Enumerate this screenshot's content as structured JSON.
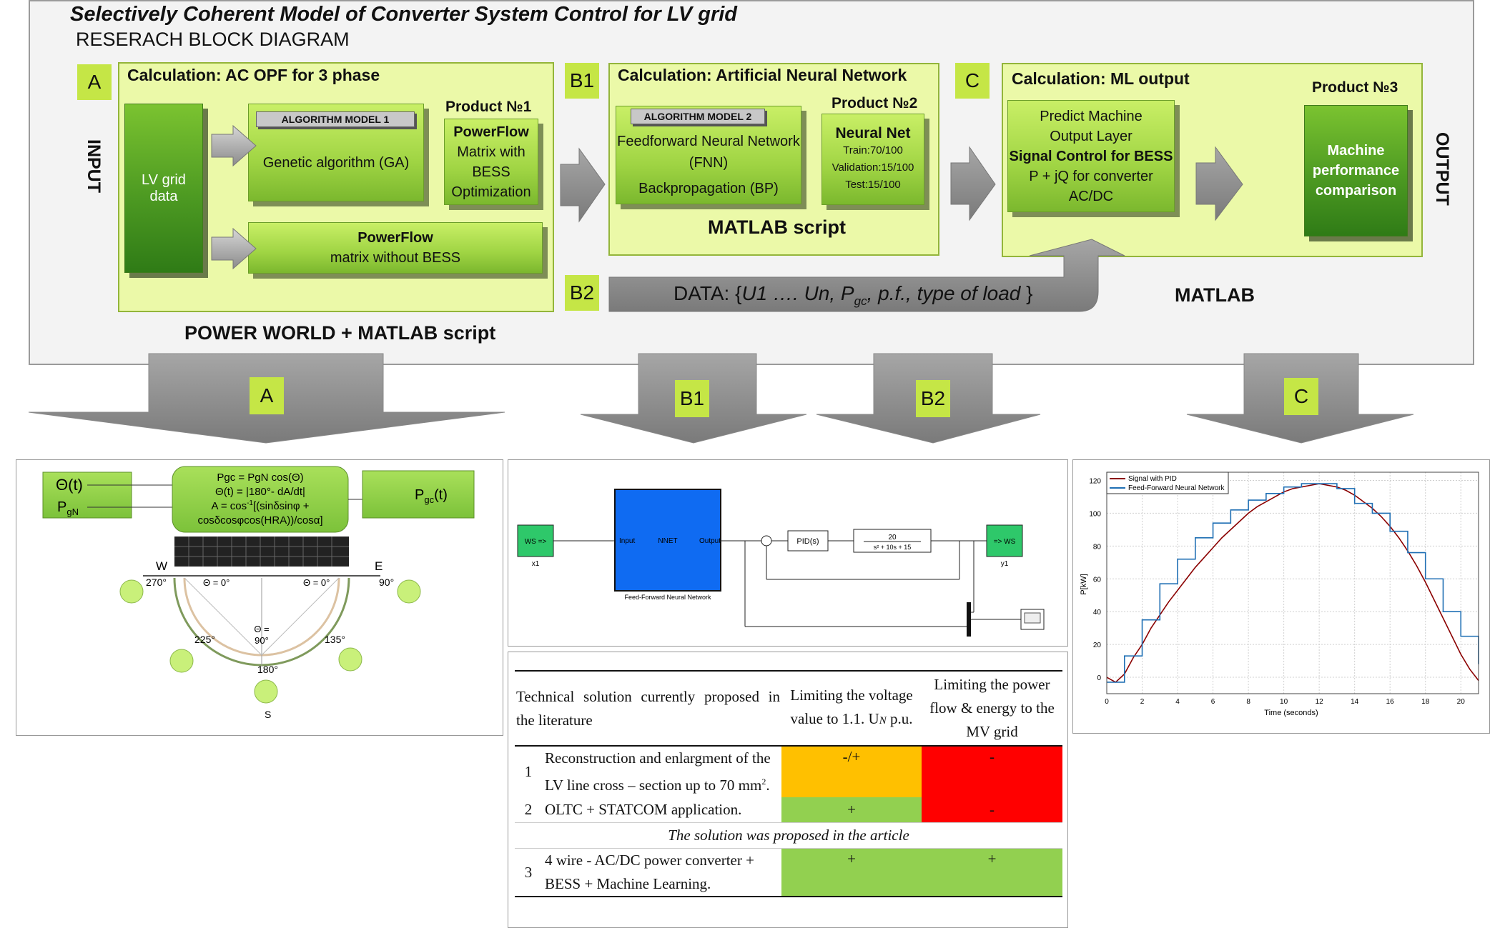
{
  "diagram": {
    "title": "Selectively Coherent Model of Converter System Control for LV grid",
    "subtitle": "RESERACH BLOCK DIAGRAM",
    "input_label": "INPUT",
    "output_label": "OUTPUT",
    "matlab_label": "MATLAB",
    "powerworld_label": "POWER WORLD + MATLAB script",
    "panel_a": {
      "letter": "A",
      "title": "Calculation: AC OPF for 3 phase",
      "grid_data": "LV grid data",
      "algo_tag": "ALGORITHM MODEL 1",
      "ga": "Genetic algorithm (GA)",
      "product_title": "Product  №1",
      "product_bold": "PowerFlow",
      "product_rest": "Matrix with BESS Optimization",
      "pf_bold": "PowerFlow",
      "pf_rest": "matrix without BESS"
    },
    "panel_b1": {
      "letter": "B1",
      "title": "Calculation: Artificial Neural Network",
      "algo_tag": "ALGORITHM MODEL 2",
      "fnn": "Feedforward Neural Network (FNN)",
      "bp": "Backpropagation (BP)",
      "product_title": "Product  №2",
      "nn_title": "Neural Net",
      "train": "Train:70/100",
      "validation": "Validation:15/100",
      "test": "Test:15/100",
      "script": "MATLAB script"
    },
    "panel_b2": {
      "letter": "B2",
      "data_prefix": "DATA: {",
      "data_mid": "U1 …. Un, P",
      "data_sub": "gc",
      "data_suffix": ", p.f., type of load",
      "data_close": " }"
    },
    "panel_c": {
      "letter": "C",
      "title": "Calculation: ML output",
      "l1": "Predict Machine",
      "l2": "Output Layer",
      "l3": "Signal Control for BESS",
      "l4": "P + jQ for converter",
      "l5": "AC/DC",
      "product_title": "Product  №3",
      "machine": "Machine performance comparison"
    },
    "arrows": [
      "A",
      "B1",
      "B2",
      "C"
    ]
  },
  "solar": {
    "theta": "Θ(t)",
    "pgn": "P",
    "pgn_sub": "gN",
    "eq1": "Pgc = PgN cos(Θ)",
    "eq2": "Θ(t) = |180°- dA/dt|",
    "eq3a": "A = cos",
    "eq3b": "-1",
    "eq3c": "[(sinδsinφ +",
    "eq4": "cosδcosφcos(HRA))/cosα]",
    "pgc": "P",
    "pgc_sub": "gc",
    "pgc_t": "(t)",
    "w": "W",
    "e": "E",
    "s": "S",
    "a270": "270°",
    "a90": "90°",
    "a225": "225°",
    "a135": "135°",
    "a180": "180°",
    "t0l": "Θ = 0°",
    "t0r": "Θ = 0°",
    "t90a": "Θ =",
    "t90b": "90°"
  },
  "simulink": {
    "ws_in": "WS =>",
    "x1": "x1",
    "input": "Input",
    "nnet": "NNET",
    "output": "Output",
    "nn_caption": "Feed-Forward Neural Network",
    "pid": "PID(s)",
    "tf_num": "20",
    "tf_den": "s² + 10s + 15",
    "ws_out": "=> WS",
    "y1": "y1"
  },
  "table": {
    "header": [
      "Technical  solution  currently  proposed in the literature",
      "Limiting the voltage value to 1.1. U",
      "Limiting the power flow & energy to the MV grid"
    ],
    "header_un": "N",
    "header_pu": " p.u.",
    "rows": [
      {
        "n": "1",
        "text": "Reconstruction and enlargment of the LV line cross – section up to 70 mm",
        "sup": "2",
        "tail": ".",
        "v": "-/+",
        "p": "-",
        "vc": "#ffc000",
        "pc": "#ff0000"
      },
      {
        "n": "2",
        "text": "OLTC + STATCOM application.",
        "sup": "",
        "tail": "",
        "v": "+",
        "p": "-",
        "vc": "#92d050",
        "pc": "#ff0000"
      },
      {
        "n": "3",
        "text": "4 wire - AC/DC power converter + BESS + Machine Learning.",
        "sup": "",
        "tail": "",
        "v": "+",
        "p": "+",
        "vc": "#92d050",
        "pc": "#92d050"
      }
    ],
    "proposed": "The solution was proposed in the article"
  },
  "chart_data": {
    "type": "line",
    "title": "",
    "xlabel": "Time (seconds)",
    "ylabel": "P[kW]",
    "xlim": [
      0,
      21
    ],
    "ylim": [
      -10,
      125
    ],
    "xticks": [
      0,
      2,
      4,
      6,
      8,
      10,
      12,
      14,
      16,
      18,
      20
    ],
    "yticks": [
      0,
      20,
      40,
      60,
      80,
      100,
      120
    ],
    "grid": true,
    "legend": "top-left",
    "series": [
      {
        "name": "Signal with PID",
        "color": "#8b0000",
        "style": "smooth",
        "x": [
          0,
          0.5,
          1,
          1.5,
          2,
          2.5,
          3,
          3.5,
          4,
          4.5,
          5,
          5.5,
          6,
          6.5,
          7,
          7.5,
          8,
          8.5,
          9,
          9.5,
          10,
          10.5,
          11,
          11.5,
          12,
          12.5,
          13,
          13.5,
          14,
          14.5,
          15,
          15.5,
          16,
          16.5,
          17,
          17.5,
          18,
          18.5,
          19,
          19.5,
          20,
          20.5,
          21
        ],
        "y": [
          0,
          -3,
          2,
          12,
          20,
          30,
          38,
          46,
          53,
          60,
          67,
          73,
          79,
          85,
          90,
          95,
          100,
          104,
          107,
          110,
          113,
          115,
          116,
          117,
          118,
          117,
          116,
          114,
          111,
          107,
          103,
          98,
          92,
          85,
          77,
          68,
          58,
          47,
          36,
          25,
          14,
          5,
          -2
        ]
      },
      {
        "name": "Feed-Forward Neural Network",
        "color": "#1f6fb4",
        "style": "step",
        "x": [
          0,
          1,
          2,
          3,
          4,
          5,
          6,
          7,
          8,
          9,
          10,
          11,
          12,
          13,
          14,
          15,
          16,
          17,
          18,
          19,
          20,
          21
        ],
        "y": [
          -3,
          13,
          35,
          57,
          72,
          85,
          94,
          102,
          108,
          112,
          116,
          118,
          118,
          115,
          106,
          100,
          89,
          76,
          60,
          40,
          25,
          8
        ]
      }
    ]
  }
}
